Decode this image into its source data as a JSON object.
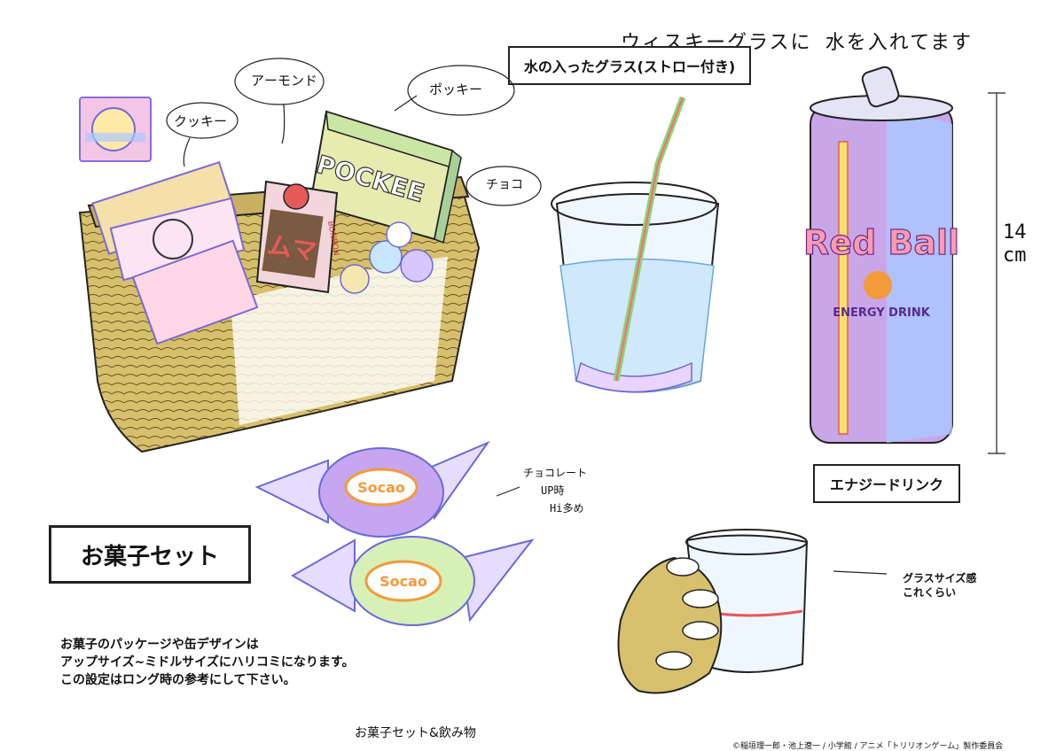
{
  "header_note": "ウィスキーグラスに 水を入れてます",
  "labels": {
    "glass_box": "水の入ったグラス(ストロー付き)",
    "energy_box": "エナジードリンク",
    "set_title": "お菓子セット",
    "footer_title": "お菓子セット&飲み物",
    "copyright": "©稲垣理一郎・池上遼一 / 小学館 / アニメ「トリリオンゲーム」製作委員会",
    "note_lines": [
      "お菓子のパッケージや缶デザインは",
      "アップサイズ~ミドルサイズにハリコミになります。",
      "この設定はロング時の参考にして下さい。"
    ]
  },
  "annotations": {
    "cookie": "クッキー",
    "almond": "アーモンド",
    "pocky": "ポッキー",
    "choco": "チョコ",
    "chocolate_up": [
      "チョコレート",
      "UP時",
      "Hi多め"
    ],
    "glass_size": [
      "グラスサイズ感",
      "これくらい"
    ],
    "can_height": [
      "14",
      "cm"
    ]
  },
  "products": {
    "pockee": "POCKEE",
    "bonbon": "BONBON",
    "muma": "ムマ",
    "socao": "Socao",
    "can_brand": "Red Ball",
    "can_sub": "ENERGY DRINK"
  },
  "colors": {
    "basket": "#d7c06b",
    "can_purple": "#c9a6e8",
    "can_blue": "#a9c9ff",
    "accent_orange": "#f39a3a",
    "glass_blue": "#bfe0f6",
    "line": "#222222"
  }
}
